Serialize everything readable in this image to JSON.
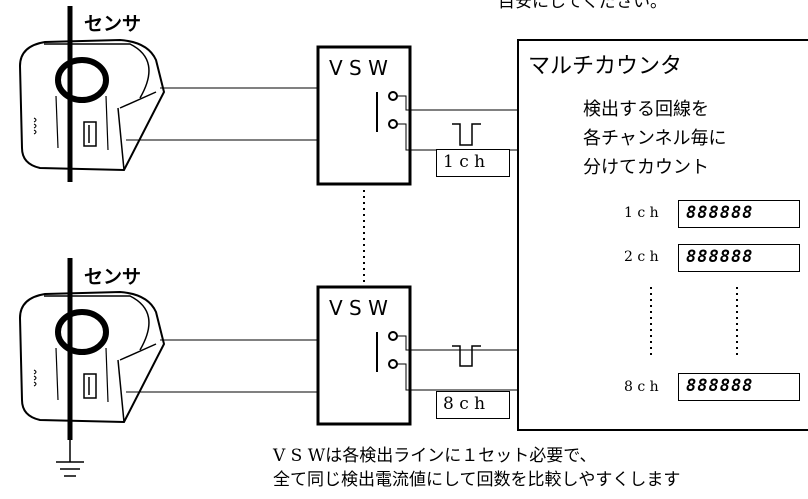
{
  "top_note": "目安にしてください。",
  "sensor_label_top": "センサ",
  "sensor_label_bottom": "センサ",
  "vsw_top": {
    "label": "V S W",
    "channel": "1 c h"
  },
  "vsw_bottom": {
    "label": "V S W",
    "channel": "8 c h"
  },
  "counter": {
    "title": "マルチカウンタ",
    "desc": [
      "検出する回線を",
      "各チャンネル毎に",
      "分けてカウント"
    ],
    "rows": [
      {
        "label": "1 c h",
        "display": "888888"
      },
      {
        "label": "2 c h",
        "display": "888888"
      },
      {
        "label": "8 c h",
        "display": "888888"
      }
    ]
  },
  "footer": [
    "V S Wは各検出ラインに１セット必要で、",
    "全て同じ検出電流値にして回数を比較しやすくします"
  ]
}
